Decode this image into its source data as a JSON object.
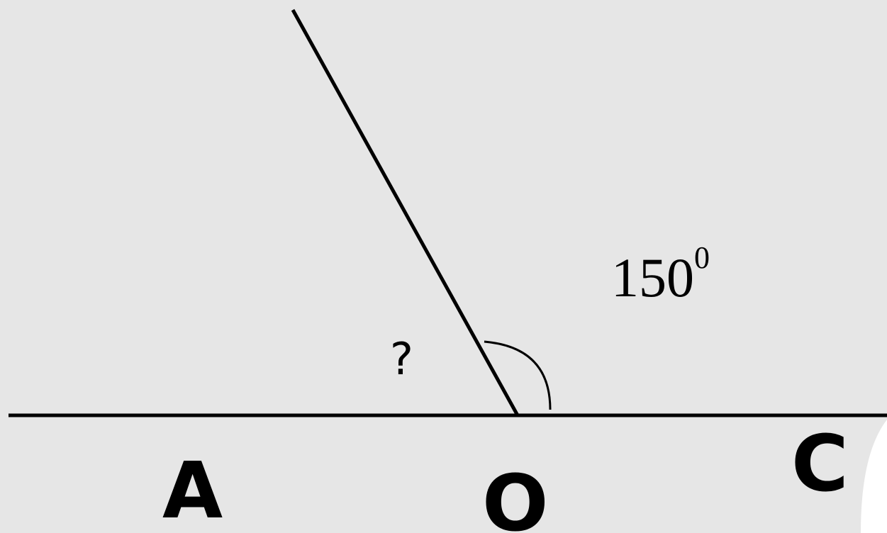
{
  "diagram": {
    "points": {
      "a": "A",
      "o": "O",
      "c": "C"
    },
    "angle_known": {
      "value": "150",
      "superscript": "0"
    },
    "angle_unknown": "?"
  },
  "colors": {
    "background": "#e6e6e6",
    "ink": "#000000",
    "corner_highlight": "#ffffff"
  }
}
